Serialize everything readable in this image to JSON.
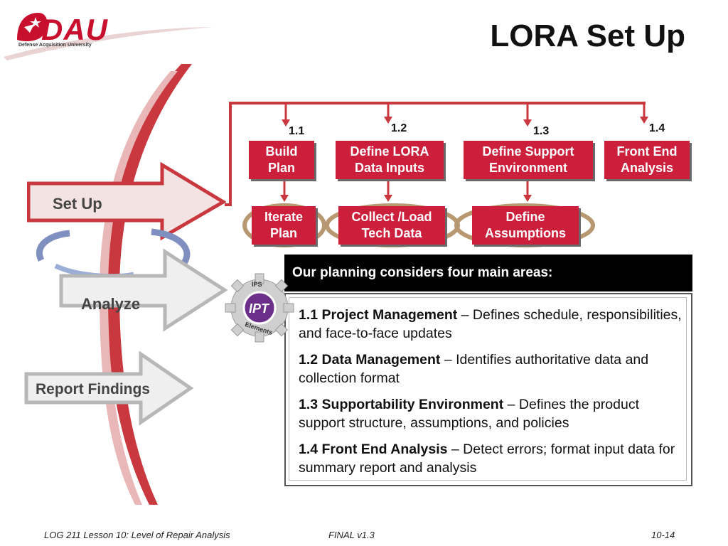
{
  "logo": {
    "brand": "DAU",
    "subtitle": "Defense Acquisition University"
  },
  "title": "LORA Set Up",
  "steps": [
    {
      "number": "1.1",
      "label_line1": "Build",
      "label_line2": "Plan",
      "sub_line1": "Iterate",
      "sub_line2": "Plan"
    },
    {
      "number": "1.2",
      "label_line1": "Define LORA",
      "label_line2": "Data Inputs",
      "sub_line1": "Collect /Load",
      "sub_line2": "Tech Data"
    },
    {
      "number": "1.3",
      "label_line1": "Define  Support",
      "label_line2": "Environment",
      "sub_line1": "Define",
      "sub_line2": "Assumptions"
    },
    {
      "number": "1.4",
      "label_line1": "Front End",
      "label_line2": "Analysis"
    }
  ],
  "stages": {
    "setup": "Set Up",
    "analyze": "Analyze",
    "report": "Report Findings"
  },
  "badge": {
    "top": "IPS",
    "center": "IPT",
    "bottom": "Elements"
  },
  "panel": {
    "header": "Our planning considers four main areas:",
    "items": [
      {
        "term": "1.1 Project Management",
        "desc": " – Defines schedule, responsibilities, and face-to-face updates"
      },
      {
        "term": "1.2 Data Management",
        "desc": " – Identifies authoritative data and collection format"
      },
      {
        "term": "1.3 Supportability Environment",
        "desc": " – Defines the product support structure, assumptions, and policies"
      },
      {
        "term": "1.4 Front End Analysis",
        "desc": " – Detect errors; format input data for summary report and analysis"
      }
    ]
  },
  "footer": {
    "left": "LOG 211 Lesson 10: Level of Repair Analysis",
    "center": "FINAL v1.3",
    "right": "10-14"
  },
  "colors": {
    "accent": "#cc1f3b",
    "dark": "#000000",
    "arrow_gray": "#b7b7b7"
  }
}
